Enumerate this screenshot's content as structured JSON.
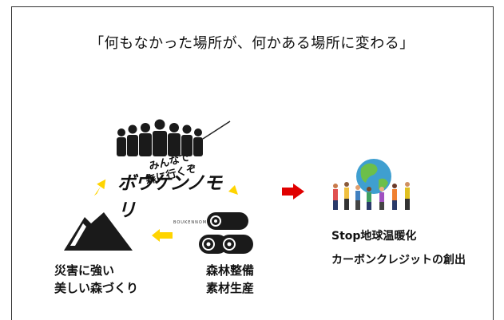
{
  "title": "「何もなかった場所が、何かある場所に変わる」",
  "crowd_caption": {
    "line1": "みんなで",
    "line2": "森に行くぞ"
  },
  "logo": {
    "main": "ボウケンノモリ",
    "sub": "BOUKENNOMORI"
  },
  "disaster_label": {
    "line1": "災害に強い",
    "line2": "美しい森づくり"
  },
  "forest_label": {
    "line1": "森林整備",
    "line2": "素材生産"
  },
  "outcome_label": {
    "line1": "Stop地球温暖化",
    "line2": "カーボンクレジットの創出"
  },
  "colors": {
    "yellow_arrow": "#ffd400",
    "red_arrow": "#e00000",
    "icon": "#1a1a1a"
  },
  "icons": [
    "crowd-icon",
    "mountain-icon",
    "logs-icon",
    "globe-people-icon"
  ]
}
